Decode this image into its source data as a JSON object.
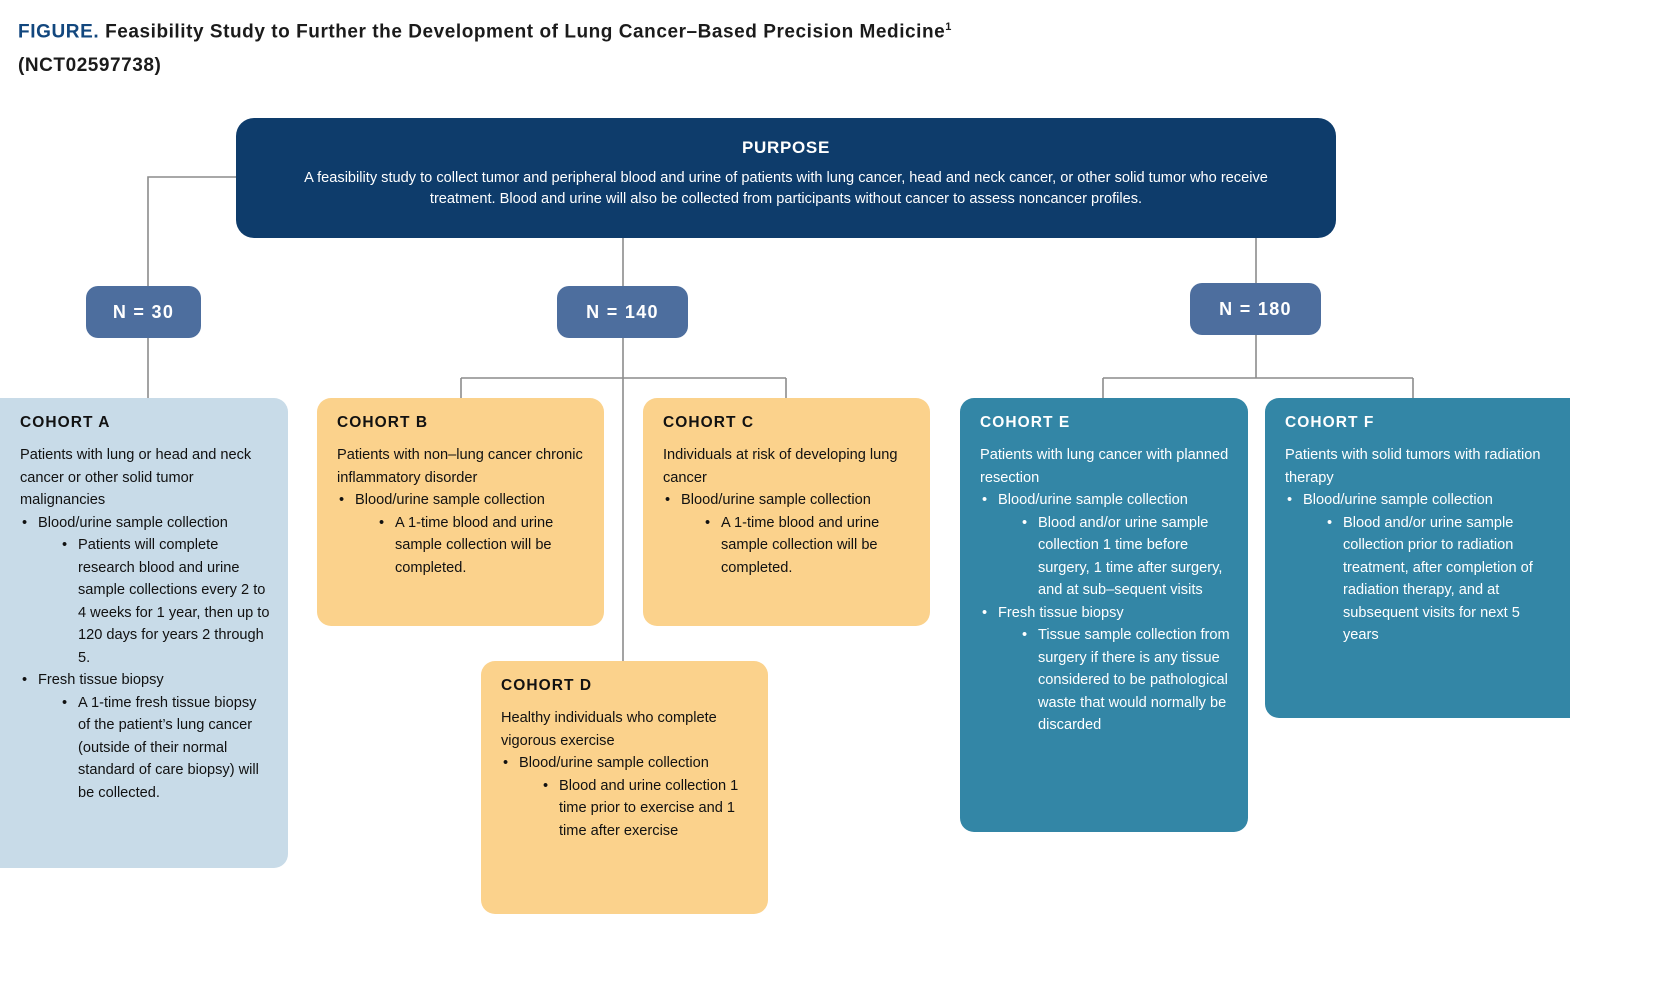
{
  "figure": {
    "label": "FIGURE.",
    "title_line1": "Feasibility Study to Further the Development of Lung Cancer–Based Precision Medicine",
    "superscript": "1",
    "title_line2": "(NCT02597738)"
  },
  "colors": {
    "purpose_navy": "#0e3c6b",
    "n_box_blue": "#4d6e9e",
    "cohort_light_blue": "#c8dbe8",
    "cohort_orange": "#fbd28c",
    "cohort_teal": "#3386a6",
    "connector_gray": "#8c8c8c",
    "title_accent": "#12477e"
  },
  "purpose": {
    "heading": "PURPOSE",
    "body": "A feasibility study to collect tumor and peripheral blood and urine of patients with lung cancer, head and neck cancer, or other solid tumor who receive treatment. Blood and urine will also be collected from participants without cancer to assess noncancer profiles."
  },
  "n_boxes": [
    {
      "id": "n-30",
      "label": "N = 30"
    },
    {
      "id": "n-140",
      "label": "N = 140"
    },
    {
      "id": "n-180",
      "label": "N = 180"
    }
  ],
  "cohorts": [
    {
      "id": "cohort-a",
      "heading": "COHORT A",
      "lead": "Patients with lung or head and neck cancer or other solid tumor malignancies",
      "bullets": [
        {
          "text": "Blood/urine sample collection",
          "sub": [
            "Patients will complete research blood and urine sample collections every 2 to 4 weeks for 1 year, then up to 120 days for years 2 through 5."
          ]
        },
        {
          "text": "Fresh tissue biopsy",
          "sub": [
            "A 1-time fresh tissue biopsy of the patient’s lung cancer (outside of their normal standard of care biopsy) will be collected."
          ]
        }
      ]
    },
    {
      "id": "cohort-b",
      "heading": "COHORT B",
      "lead": "Patients with non–lung cancer chronic inflammatory disorder",
      "bullets": [
        {
          "text": "Blood/urine sample collection",
          "sub": [
            "A 1-time blood and urine sample collection will be completed."
          ]
        }
      ]
    },
    {
      "id": "cohort-c",
      "heading": "COHORT C",
      "lead": "Individuals at risk of developing lung cancer",
      "bullets": [
        {
          "text": "Blood/urine sample collection",
          "sub": [
            "A 1-time blood and urine sample collection will be completed."
          ]
        }
      ]
    },
    {
      "id": "cohort-d",
      "heading": "COHORT D",
      "lead": "Healthy individuals who complete vigorous exercise",
      "bullets": [
        {
          "text": "Blood/urine sample collection",
          "sub": [
            "Blood and urine collection 1 time prior to exercise and 1 time after exercise"
          ]
        }
      ]
    },
    {
      "id": "cohort-e",
      "heading": "COHORT E",
      "lead": "Patients with lung cancer with planned resection",
      "bullets": [
        {
          "text": "Blood/urine sample collection",
          "sub": [
            "Blood and/or urine sample collection 1 time before surgery, 1 time after surgery, and at sub–sequent visits"
          ]
        },
        {
          "text": "Fresh tissue biopsy",
          "sub": [
            "Tissue sample collection from surgery if there is any tissue considered to be pathological waste that would normally be discarded"
          ]
        }
      ]
    },
    {
      "id": "cohort-f",
      "heading": "COHORT F",
      "lead": "Patients with solid tumors with radiation therapy",
      "bullets": [
        {
          "text": "Blood/urine sample collection",
          "sub": [
            "Blood and/or urine sample collection prior to radiation treatment, after completion of radiation therapy, and at subsequent visits for next 5 years"
          ]
        }
      ]
    }
  ]
}
